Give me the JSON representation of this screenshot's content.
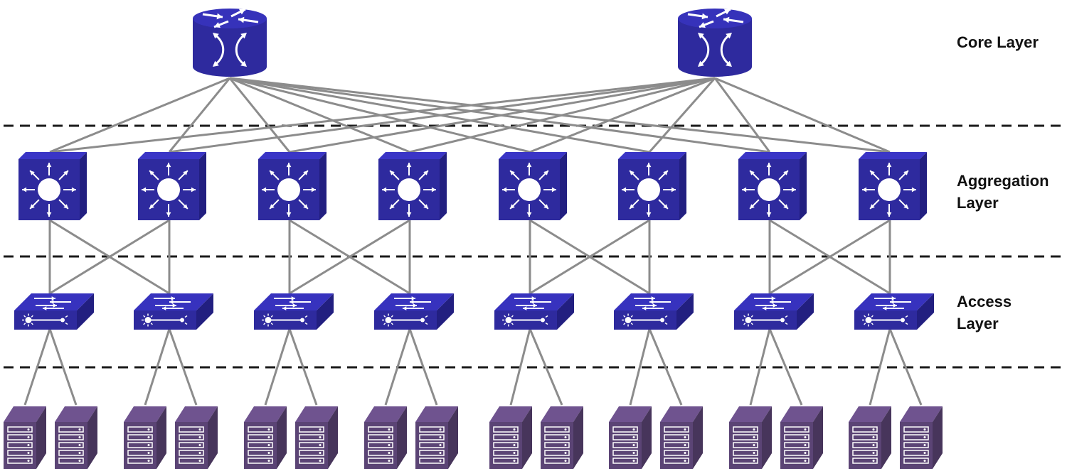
{
  "layers": {
    "core": {
      "line1": "Core Layer",
      "line2": ""
    },
    "aggregation": {
      "line1": "Aggregation",
      "line2": "Layer"
    },
    "access": {
      "line1": "Access",
      "line2": "Layer"
    }
  },
  "devices": {
    "core_routers": 2,
    "aggregation_switches": 8,
    "access_switches": 8,
    "servers": 16
  },
  "colors": {
    "device_blue": "#2e2a9e",
    "device_blue_dark": "#221f80",
    "server_purple": "#5b4475",
    "link_gray": "#8c8c8c",
    "divider": "#1a1a1a"
  },
  "icons": {
    "core": "router-icon",
    "aggregation": "layer3-switch-icon",
    "access": "access-switch-icon",
    "server": "server-icon"
  }
}
